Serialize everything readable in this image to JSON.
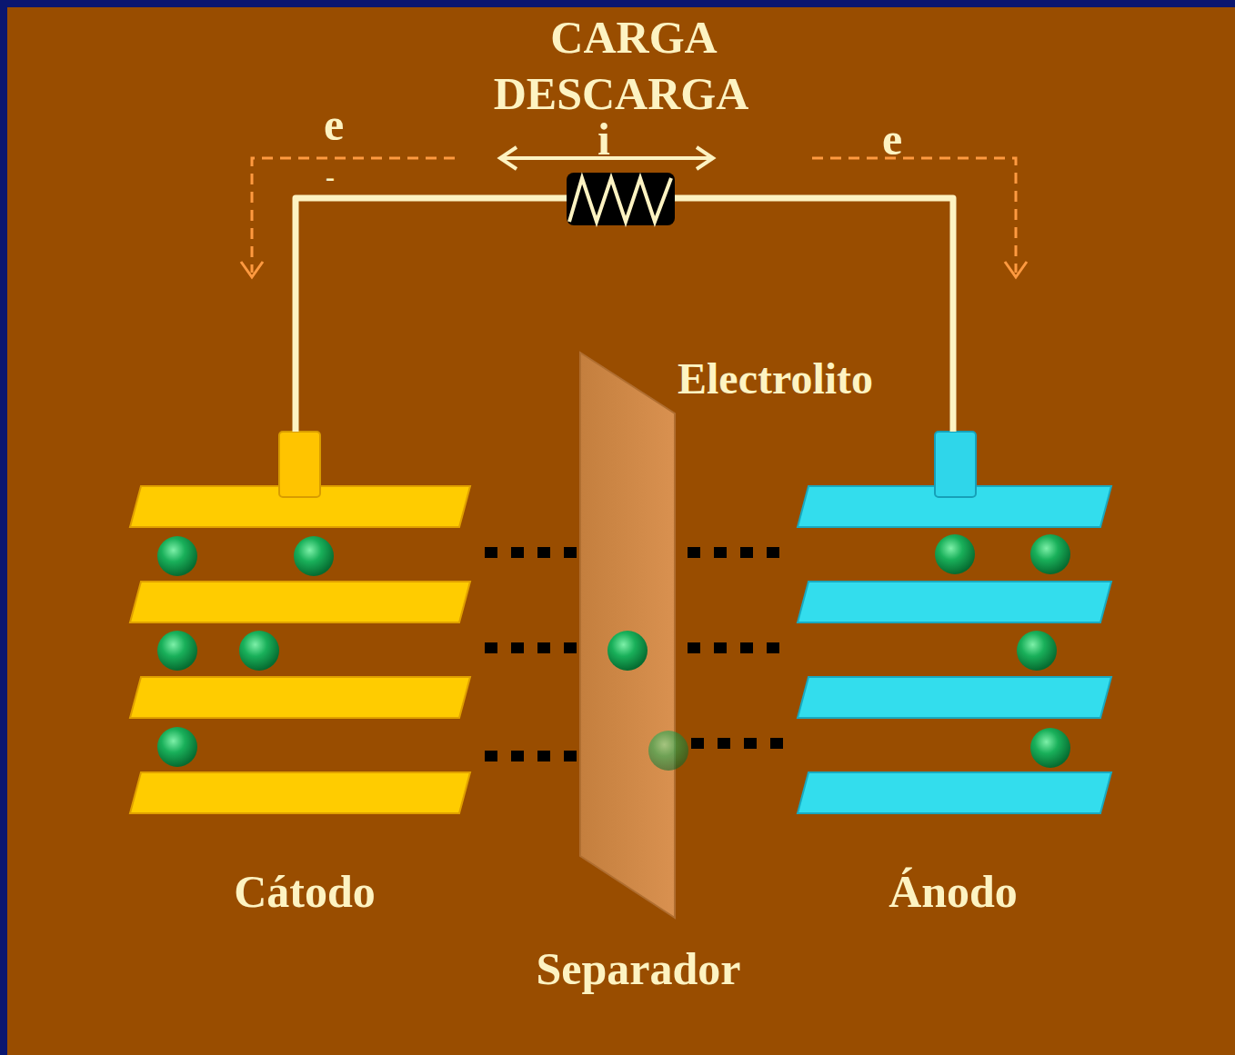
{
  "diagram": {
    "nodes": [
      {
        "text": [
          "Cátodo"
        ]
      },
      {
        "text": [
          "Separador"
        ]
      },
      {
        "text": [
          "Ánodo"
        ]
      }
    ],
    "edges": [
      {
        "from": 0,
        "to": 2,
        "arrow": "none"
      }
    ],
    "labels": [
      "CARGA",
      "DESCARGA",
      "e",
      "-",
      "i",
      "e",
      "Electrolito"
    ]
  }
}
